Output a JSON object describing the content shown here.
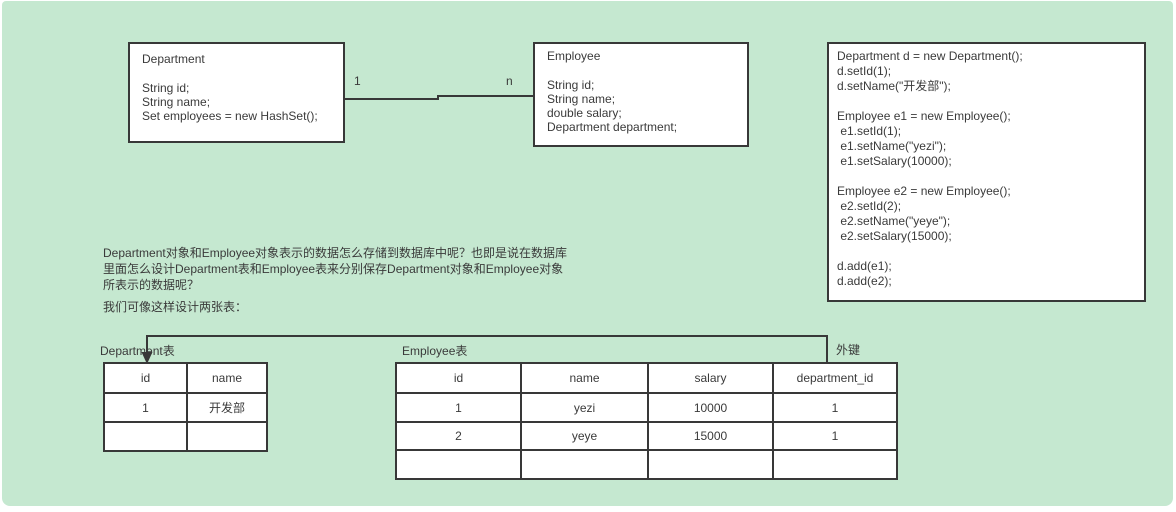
{
  "colors": {
    "background": "#c5e8d0",
    "box_fill": "#ffffff",
    "line": "#383838",
    "text": "#3a3a3a"
  },
  "class_diagram": {
    "department_box": {
      "title": "Department",
      "attributes": [
        "String id;",
        "String name;",
        "Set employees = new HashSet();"
      ]
    },
    "employee_box": {
      "title": "Employee",
      "attributes": [
        "String id;",
        "String name;",
        "double salary;",
        "Department department;"
      ]
    },
    "association": {
      "left_multiplicity": "1",
      "right_multiplicity": "n"
    }
  },
  "code_box": {
    "lines": [
      "Department d = new Department();",
      "d.setId(1);",
      "d.setName(\"开发部\");",
      "",
      "Employee e1 = new Employee();",
      " e1.setId(1);",
      " e1.setName(\"yezi\");",
      " e1.setSalary(10000);",
      "",
      "Employee e2 = new Employee();",
      " e2.setId(2);",
      " e2.setName(\"yeye\");",
      " e2.setSalary(15000);",
      "",
      "d.add(e1);",
      "d.add(e2);"
    ]
  },
  "paragraph": {
    "lines": [
      "Department对象和Employee对象表示的数据怎么存储到数据库中呢？也即是说在数据库",
      "里面怎么设计Department表和Employee表来分别保存Department对象和Employee对象",
      "所表示的数据呢？"
    ],
    "closing": "我们可像这样设计两张表："
  },
  "tables": {
    "department": {
      "label": "Department表",
      "headers": [
        "id",
        "name"
      ],
      "rows": [
        [
          "1",
          "开发部"
        ],
        [
          "",
          ""
        ]
      ]
    },
    "employee": {
      "label": "Employee表",
      "headers": [
        "id",
        "name",
        "salary",
        "department_id"
      ],
      "rows": [
        [
          "1",
          "yezi",
          "10000",
          "1"
        ],
        [
          "2",
          "yeye",
          "15000",
          "1"
        ],
        [
          "",
          "",
          "",
          ""
        ]
      ]
    },
    "foreign_key_label": "外键"
  }
}
